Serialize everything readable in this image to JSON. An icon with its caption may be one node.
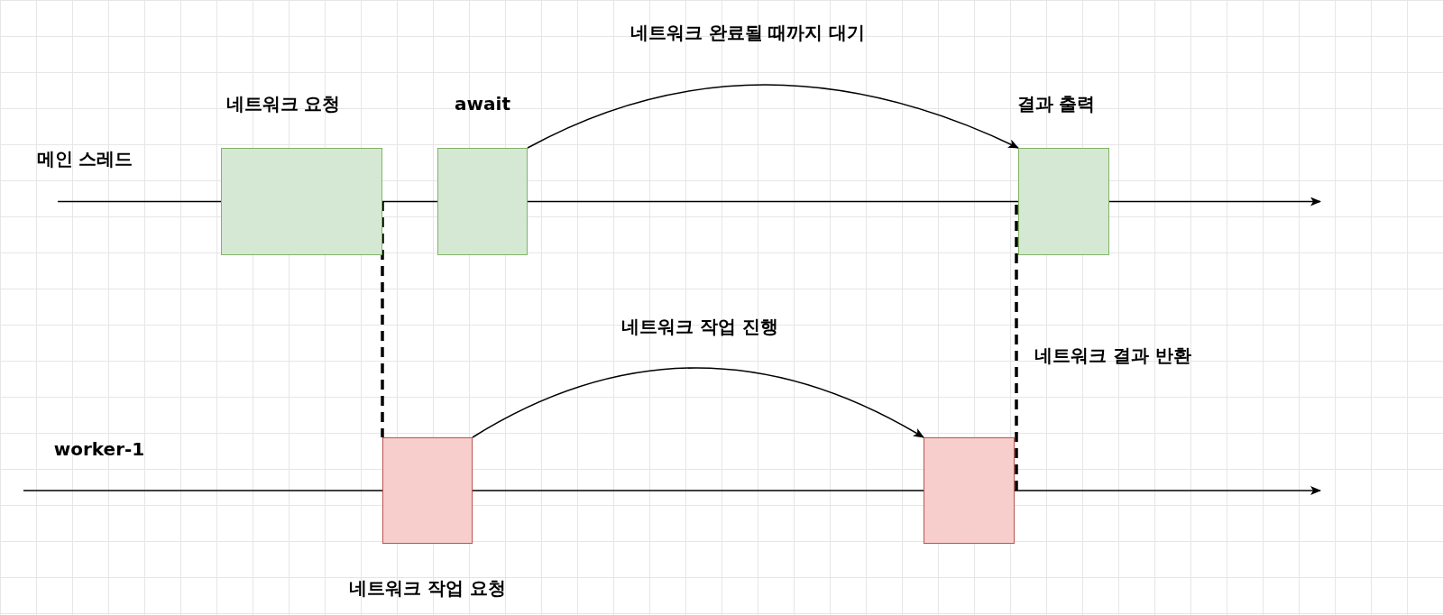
{
  "diagram": {
    "nodes": [
      {
        "text": [
          "네트워크 요청"
        ]
      },
      {
        "text": [
          "await"
        ]
      },
      {
        "text": [
          "결과 출력"
        ]
      },
      {
        "text": [
          "네트워크 작업 요청"
        ]
      },
      {
        "text": [],
        "shape": "box"
      }
    ],
    "edges": [
      {
        "from": null,
        "to": 0,
        "arrow": "none"
      },
      {
        "from": 0,
        "to": 1,
        "arrow": "none"
      },
      {
        "from": 1,
        "to": 2,
        "arrow": "none"
      },
      {
        "from": 2,
        "to": null,
        "arrow": "to"
      },
      {
        "from": 1,
        "to": 2,
        "arrow": "to",
        "label": "네트워크 완료될 때까지 대기"
      },
      {
        "from": 0,
        "to": 3,
        "arrow": "none",
        "style": "dashed"
      },
      {
        "from": null,
        "to": 3,
        "arrow": "none"
      },
      {
        "from": 3,
        "to": 4,
        "arrow": "none"
      },
      {
        "from": 4,
        "to": null,
        "arrow": "to"
      },
      {
        "from": 3,
        "to": 4,
        "arrow": "to",
        "label": "네트워크 작업 진행"
      },
      {
        "from": 4,
        "to": 2,
        "arrow": "none",
        "style": "dashed",
        "label": "네트워크 결과 반환"
      }
    ],
    "labels": [
      "메인 스레드",
      "worker-1"
    ]
  }
}
